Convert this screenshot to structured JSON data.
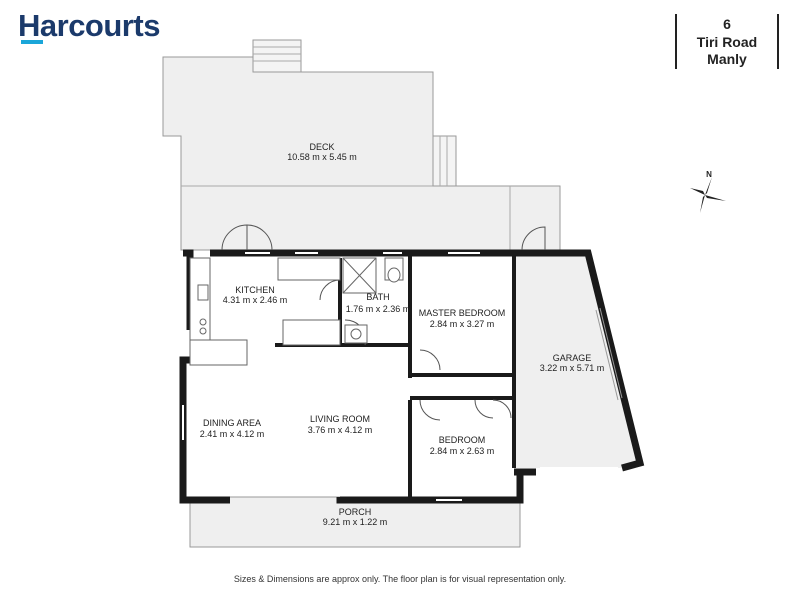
{
  "brand": {
    "name": "Harcourts",
    "accent": "#1aa6d9",
    "primary": "#1b3a6b"
  },
  "address": {
    "number": "6",
    "street": "Tiri Road",
    "suburb": "Manly"
  },
  "rooms": {
    "deck": {
      "name": "DECK",
      "size": "10.58 m x 5.45 m"
    },
    "kitchen": {
      "name": "KITCHEN",
      "size": "4.31 m x 2.46 m"
    },
    "bath": {
      "name": "BATH",
      "size": "1.76 m x 2.36 m"
    },
    "master": {
      "name": "MASTER BEDROOM",
      "size": "2.84 m x 3.27 m"
    },
    "garage": {
      "name": "GARAGE",
      "size": "3.22 m x 5.71 m"
    },
    "dining": {
      "name": "DINING AREA",
      "size": "2.41 m x 4.12 m"
    },
    "living": {
      "name": "LIVING ROOM",
      "size": "3.76 m x 4.12 m"
    },
    "bedroom": {
      "name": "BEDROOM",
      "size": "2.84 m x 2.63 m"
    },
    "porch": {
      "name": "PORCH",
      "size": "9.21 m x 1.22 m"
    }
  },
  "compass": {
    "label": "N"
  },
  "disclaimer": "Sizes & Dimensions are approx only. The floor plan is for visual representation only."
}
